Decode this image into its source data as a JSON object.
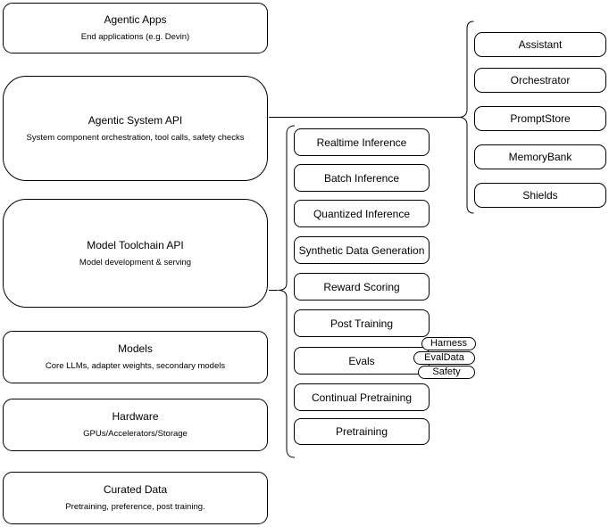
{
  "diagram": {
    "left_stack": [
      {
        "title": "Agentic Apps",
        "subtitle": "End applications (e.g. Devin)"
      },
      {
        "title": "Agentic System API",
        "subtitle": "System component orchestration, tool calls, safety checks"
      },
      {
        "title": "Model Toolchain API",
        "subtitle": "Model development & serving"
      },
      {
        "title": "Models",
        "subtitle": "Core LLMs, adapter weights, secondary models"
      },
      {
        "title": "Hardware",
        "subtitle": "GPUs/Accelerators/Storage"
      },
      {
        "title": "Curated Data",
        "subtitle": "Pretraining, preference, post training."
      }
    ],
    "toolchain_stack": [
      "Realtime Inference",
      "Batch Inference",
      "Quantized Inference",
      "Synthetic Data Generation",
      "Reward Scoring",
      "Post Training",
      "Evals",
      "Continual Pretraining",
      "Pretraining"
    ],
    "eval_tags": [
      "Harness",
      "EvalData",
      "Safety"
    ],
    "system_components": [
      "Assistant",
      "Orchestrator",
      "PromptStore",
      "MemoryBank",
      "Shields"
    ],
    "colors": {
      "stroke": "#000000",
      "fill": "#ffffff",
      "background": "#ffffff",
      "text": "#000000"
    }
  }
}
